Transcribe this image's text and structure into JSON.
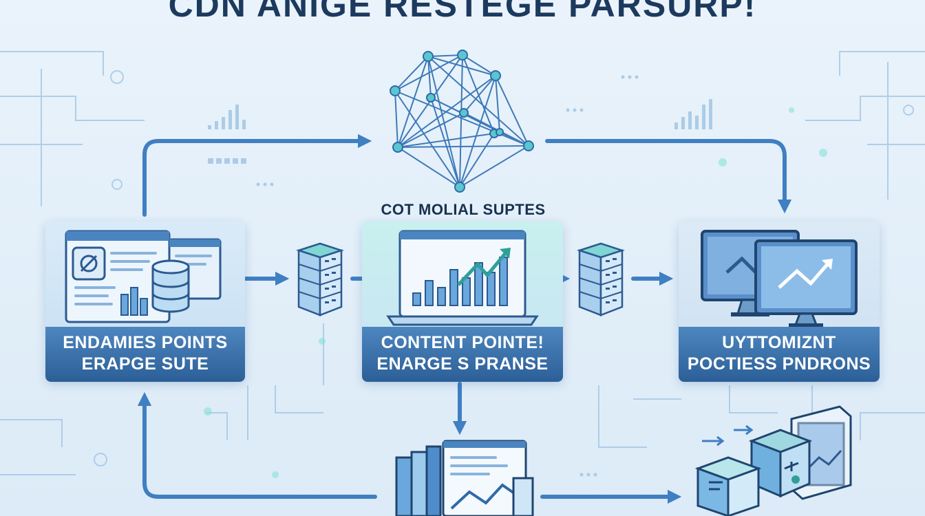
{
  "title": "CDN ANIGE RESTEGE PARSURP!",
  "middle_label": "COT MOLIAL SUPTES",
  "panels": {
    "left": {
      "line1": "ENDAMIES POINTS",
      "line2": "ERAPGE SUTE"
    },
    "center": {
      "line1": "CONTENT POINTE!",
      "line2": "ENARGE S PRANSE"
    },
    "right": {
      "line1": "UYTTOMIZNT",
      "line2": "POCTIESS PNDRONS"
    }
  },
  "icons": {
    "network": "network-mesh-icon",
    "left_panel": "dashboard-database-icon",
    "server_a": "server-stack-icon",
    "center_panel": "laptop-chart-icon",
    "server_b": "server-stack-icon",
    "right_panel": "dual-monitor-icon",
    "bottom_center": "books-report-icon",
    "bottom_right": "cubes-dashboard-icon"
  },
  "colors": {
    "arrow": "#3f7fc2",
    "band": "#2f6299",
    "circuit": "#9ec3e3",
    "accent": "#5ccfc6",
    "title": "#1c3a5e"
  }
}
